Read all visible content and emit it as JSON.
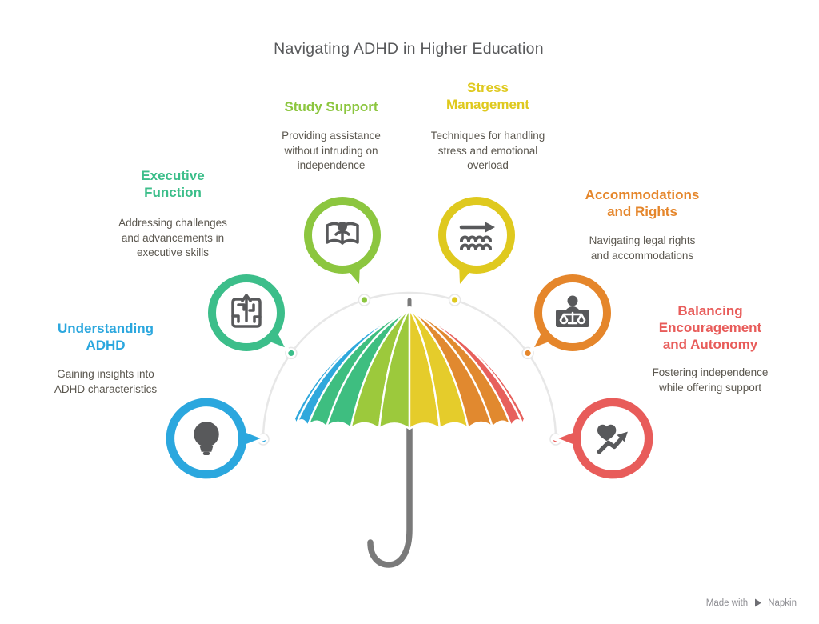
{
  "page": {
    "title": "Navigating ADHD in Higher Education"
  },
  "palette": {
    "title_gray": "#58595B",
    "description_gray": "#5B574F",
    "icon_color": "#58595B",
    "arc_color": "#E7E7E7"
  },
  "sections": [
    {
      "key": "understanding-adhd",
      "title": "Understanding\nADHD",
      "description": "Gaining insights into\nADHD characteristics",
      "color": "#2BA7DE",
      "icon": "lightbulb-icon"
    },
    {
      "key": "executive-function",
      "title": "Executive\nFunction",
      "description": "Addressing challenges\nand advancements in\nexecutive skills",
      "color": "#3CBE8A",
      "icon": "maze-arrow-icon"
    },
    {
      "key": "study-support",
      "title": "Study Support",
      "description": "Providing assistance\nwithout intruding on\nindependence",
      "color": "#8CC63F",
      "icon": "reader-book-icon"
    },
    {
      "key": "stress-management",
      "title": "Stress\nManagement",
      "description": "Techniques for handling\nstress and emotional\noverload",
      "color": "#DFC91E",
      "icon": "flow-arrow-waves-icon"
    },
    {
      "key": "accommodations-and-rights",
      "title": "Accommodations\nand Rights",
      "description": "Navigating legal rights\nand accommodations",
      "color": "#E5862B",
      "icon": "scales-desk-icon"
    },
    {
      "key": "balancing-encouragement-autonomy",
      "title": "Balancing\nEncouragement\nand Autonomy",
      "description": "Fostering independence\nwhile offering support",
      "color": "#E85C5A",
      "icon": "heart-growth-icon"
    }
  ],
  "umbrella": {
    "colors": [
      "#2FA8DC",
      "#3EBE80",
      "#9CC93C",
      "#E5CC2B",
      "#E1892F",
      "#E7605C"
    ]
  },
  "watermark": {
    "made_with": "Made with",
    "brand": "Napkin"
  }
}
